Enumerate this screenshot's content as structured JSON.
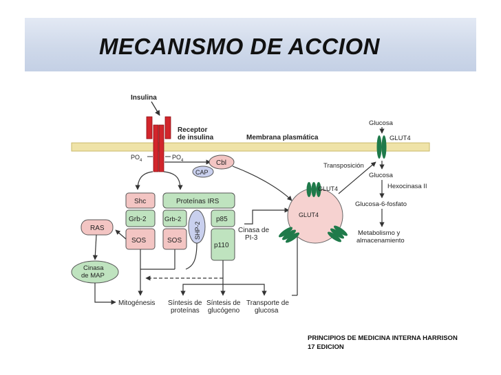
{
  "title": "MECANISMO DE ACCION",
  "source": {
    "line1": "PRINCIPIOS DE MEDICINA INTERNA  HARRISON",
    "line2": "17 EDICION"
  },
  "diagram": {
    "insulina": "Insulina",
    "receptor_1": "Receptor",
    "receptor_2": "de insulina",
    "membrana": "Membrana plasmática",
    "po4_left": "PO",
    "po4_right": "PO",
    "po4_sub": "4",
    "cbl": "Cbl",
    "cap": "CAP",
    "glucosa_top": "Glucosa",
    "glut4_top": "GLUT4",
    "transposicion": "Transposición",
    "glucosa_mid": "Glucosa",
    "hexocinasa": "Hexocinasa II",
    "glucosa6": "Glucosa-6-fosfato",
    "metabolismo_1": "Metabolismo y",
    "metabolismo_2": "almacenamiento",
    "glut4_vesicle_label": "GLUT4",
    "glut4_vesicle_inner": "GLUT4",
    "shc": "Shc",
    "grb2_a": "Grb-2",
    "sos_a": "SOS",
    "irs": "Proteínas IRS",
    "grb2_b": "Grb-2",
    "sos_b": "SOS",
    "shp2": "SHP-2",
    "p85": "p85",
    "p110": "p110",
    "cinasa_pi3_1": "Cinasa de",
    "cinasa_pi3_2": "PI-3",
    "ras": "RAS",
    "map_1": "Cinasa",
    "map_2": "de MAP",
    "mitogenesis": "Mitogénesis",
    "sintesis_prot_1": "Síntesis de",
    "sintesis_prot_2": "proteínas",
    "sintesis_gluc_1": "Síntesis de",
    "sintesis_gluc_2": "glucógeno",
    "transporte_1": "Transporte de",
    "transporte_2": "glucosa"
  },
  "colors": {
    "membrane": "#efe3a8",
    "receptor": "#d2262c",
    "green_box": "#bfe3bf",
    "pink_box": "#f3c5c3",
    "lavender": "#c9d0ee",
    "glut4": "#1f7a4a"
  }
}
